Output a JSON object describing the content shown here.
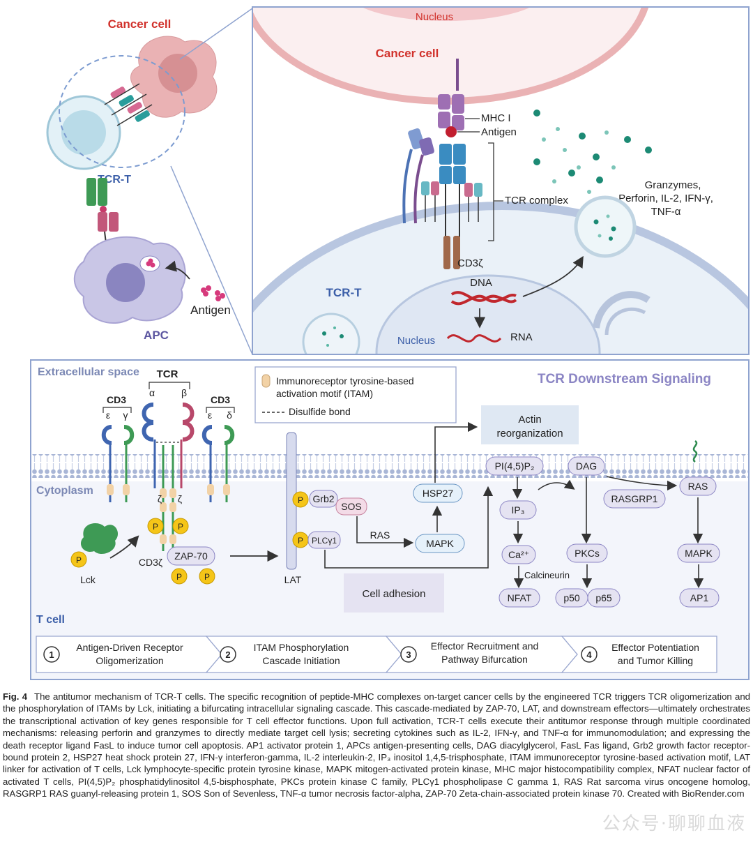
{
  "top_left": {
    "cancer_cell": "Cancer cell",
    "tcr_t": "TCR-T",
    "apc": "APC",
    "antigen": "Antigen"
  },
  "top_right": {
    "nucleus_top": "Nucleus",
    "cancer_cell": "Cancer cell",
    "mhc": "MHC I",
    "antigen": "Antigen",
    "tcr_complex": "TCR complex",
    "cd3z": "CD3ζ",
    "effectors_1": "Granzymes,",
    "effectors_2": "Perforin, IL-2, IFN-γ,",
    "effectors_3": "TNF-α",
    "tcr_t": "TCR-T",
    "dna": "DNA",
    "rna": "RNA",
    "nucleus_bottom": "Nucleus"
  },
  "bottom": {
    "extracellular": "Extracellular space",
    "cytoplasm": "Cytoplasm",
    "t_cell": "T cell",
    "title": "TCR Downstream Signaling",
    "tcr": "TCR",
    "alpha": "α",
    "beta": "β",
    "cd3_left": "CD3",
    "cd3_right": "CD3",
    "epsilon": "ε",
    "gamma": "γ",
    "delta": "δ",
    "zeta": "ζ",
    "legend_itam_1": "Immunoreceptor tyrosine-based",
    "legend_itam_2": "activation motif (ITAM)",
    "legend_disulfide": "Disulfide bond",
    "lck": "Lck",
    "p": "P",
    "cd3z": "CD3ζ",
    "zap70": "ZAP-70",
    "lat": "LAT",
    "grb2": "Grb2",
    "sos": "SOS",
    "plcg1": "PLCγ1",
    "ras_arrow": "RAS",
    "mapk_mid": "MAPK",
    "hsp27": "HSP27",
    "actin_1": "Actin",
    "actin_2": "reorganization",
    "cell_adhesion": "Cell adhesion",
    "pip2": "PI(4,5)P₂",
    "ip3": "IP₃",
    "ca": "Ca²⁺",
    "calcineurin": "Calcineurin",
    "nfat": "NFAT",
    "dag": "DAG",
    "pkcs": "PKCs",
    "p50": "p50",
    "p65": "p65",
    "rasgrp1": "RASGRP1",
    "ras": "RAS",
    "mapk_right": "MAPK",
    "ap1": "AP1"
  },
  "steps": [
    {
      "num": "1",
      "line1": "Antigen-Driven Receptor",
      "line2": "Oligomerization"
    },
    {
      "num": "2",
      "line1": "ITAM Phosphorylation",
      "line2": "Cascade Initiation"
    },
    {
      "num": "3",
      "line1": "Effector Recruitment and",
      "line2": "Pathway Bifurcation"
    },
    {
      "num": "4",
      "line1": "Effector Potentiation",
      "line2": "and Tumor Killing"
    }
  ],
  "caption": {
    "label": "Fig. 4",
    "text": "The antitumor mechanism of TCR-T cells. The specific recognition of peptide-MHC complexes on-target cancer cells by the engineered TCR triggers TCR oligomerization and the phosphorylation of ITAMs by Lck, initiating a bifurcating intracellular signaling cascade. This cascade-mediated by ZAP-70, LAT, and downstream effectors—ultimately orchestrates the transcriptional activation of key genes responsible for T cell effector functions. Upon full activation, TCR-T cells execute their antitumor response through multiple coordinated mechanisms: releasing perforin and granzymes to directly mediate target cell lysis; secreting cytokines such as IL-2, IFN-γ, and TNF-α for immunomodulation; and expressing the death receptor ligand FasL to induce tumor cell apoptosis. AP1 activator protein 1, APCs antigen-presenting cells, DAG diacylglycerol, FasL Fas ligand, Grb2 growth factor receptor-bound protein 2, HSP27 heat shock protein 27, IFN-γ interferon-gamma, IL-2 interleukin-2, IP₃ inositol 1,4,5-trisphosphate, ITAM immunoreceptor tyrosine-based activation motif, LAT linker for activation of T cells, Lck lymphocyte-specific protein tyrosine kinase, MAPK mitogen-activated protein kinase, MHC major histocompatibility complex, NFAT nuclear factor of activated T cells, PI(4,5)P₂ phosphatidylinositol 4,5-bisphosphate, PKCs protein kinase C family, PLCγ1 phospholipase C gamma 1, RAS Rat sarcoma virus oncogene homolog, RASGRP1 RAS guanyl-releasing protein 1, SOS Son of Sevenless, TNF-α tumor necrosis factor-alpha, ZAP-70 Zeta-chain-associated protein kinase 70. Created with BioRender.com"
  },
  "watermark": "公众号·聊聊血液",
  "colors": {
    "panel_border": "#8fa3cf",
    "membrane": "#b8c4de",
    "cancer": "#e7a3a6",
    "title_red": "#d1312b",
    "tcrt_blue": "#3b5ea8",
    "apc_purple": "#6b64a8",
    "box_fill": "#e5e3f2",
    "phospho": "#f5c518"
  }
}
